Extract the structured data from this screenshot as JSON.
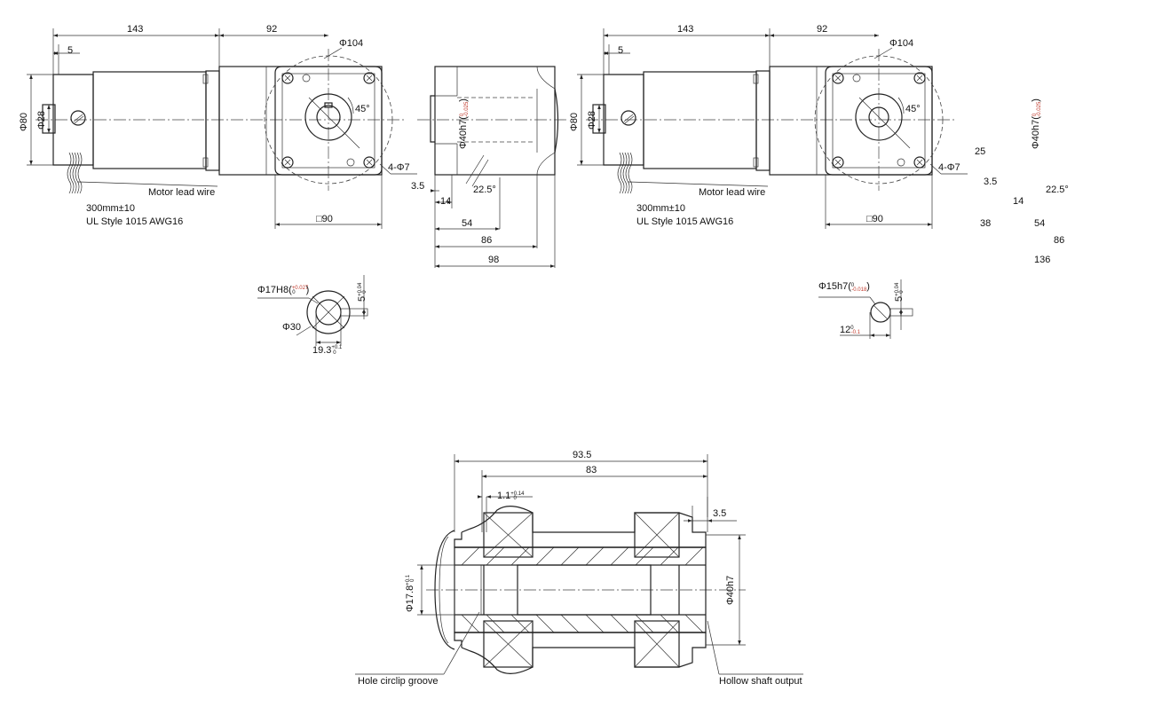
{
  "left_view": {
    "dim_143": "143",
    "dim_92": "92",
    "dim_phi104": "Φ104",
    "dim_5": "5",
    "dim_phi80": "Φ80",
    "dim_phi28": "Φ28",
    "angle_45": "45°",
    "holes": "4-Φ7",
    "lead_label": "Motor lead wire",
    "lead_length": "300mm±10",
    "lead_style": "UL Style 1015 AWG16",
    "square": "□90",
    "pilot_main": "Φ40h7(",
    "pilot_tol": "-0.025",
    "pilot_tol2": "0",
    "dim_3_5": "3.5",
    "dim_14": "14",
    "angle_22_5": "22.5°",
    "dim_54": "54",
    "dim_86": "86",
    "dim_98": "98",
    "key": {
      "bore_main": "Φ17H8(",
      "bore_tol_up": "+0.027",
      "bore_tol_low": "0",
      "boss": "Φ30",
      "depth_main": "19.3",
      "depth_tol_up": "+0.1",
      "depth_tol_low": "0",
      "width_main": "5",
      "width_tol_up": "+0.04",
      "width_tol_low": "0"
    }
  },
  "right_view": {
    "dim_143": "143",
    "dim_92": "92",
    "dim_phi104": "Φ104",
    "dim_5": "5",
    "dim_phi80": "Φ80",
    "dim_phi28": "Φ28",
    "angle_45": "45°",
    "holes": "4-Φ7",
    "lead_label": "Motor lead wire",
    "lead_length": "300mm±10",
    "lead_style": "UL Style 1015 AWG16",
    "square": "□90",
    "pilot_main": "Φ40h7(",
    "pilot_tol": "-0.025",
    "pilot_tol2": "0",
    "dim_3_5": "3.5",
    "dim_14": "14",
    "angle_22_5": "22.5°",
    "dim_54": "54",
    "dim_86": "86",
    "dim_25": "25",
    "dim_38": "38",
    "dim_136": "136",
    "key": {
      "shaft_main": "Φ15h7(",
      "shaft_tol_up": "0",
      "shaft_tol_low": "-0.018",
      "depth_main": "12",
      "depth_tol_up": "0",
      "depth_tol_low": "-0.1",
      "width_main": "5",
      "width_tol_up": "+0.04",
      "width_tol_low": "0"
    }
  },
  "section_view": {
    "dim_93_5": "93.5",
    "dim_83": "83",
    "groove_main": "1.1",
    "groove_tol_up": "+0.14",
    "groove_tol_low": "0",
    "dim_3_5": "3.5",
    "pilot": "Φ40h7",
    "bore_main": "Φ17.8",
    "bore_tol_up": "+0.1",
    "bore_tol_low": "0",
    "label_circlip": "Hole circlip groove",
    "label_output": "Hollow shaft output"
  },
  "colors": {
    "line": "#222222",
    "tolerance": "#c0392b"
  }
}
